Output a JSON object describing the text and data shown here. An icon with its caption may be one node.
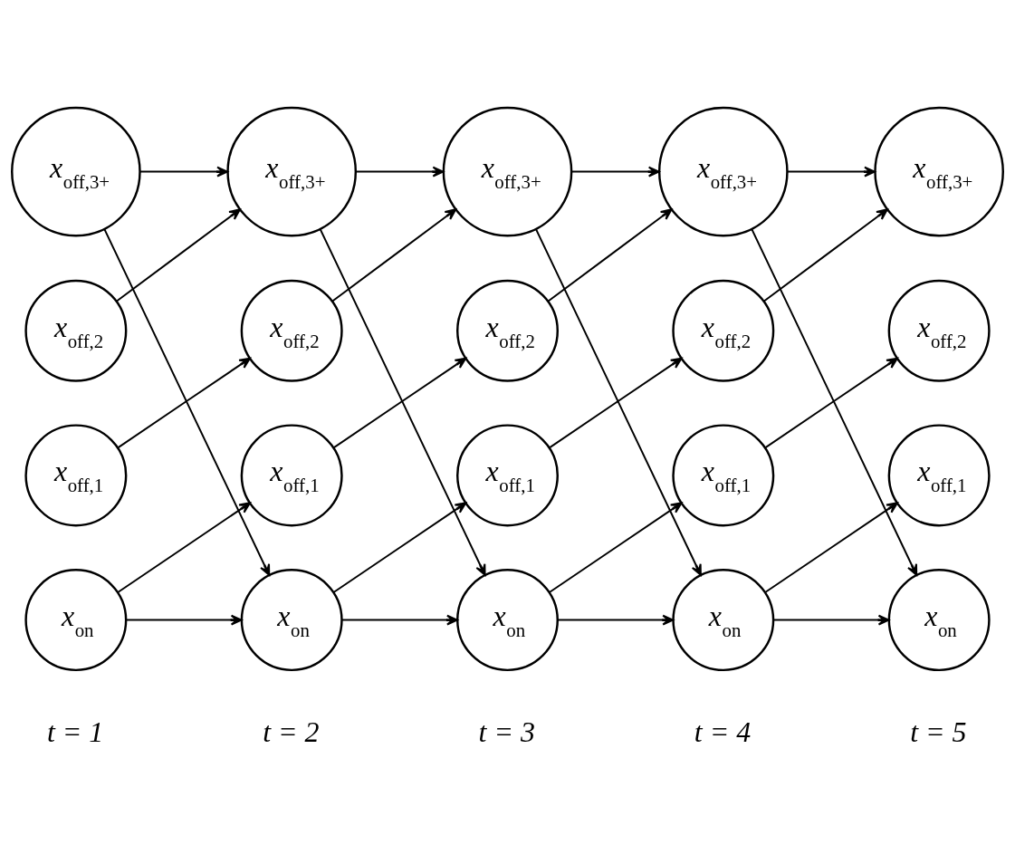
{
  "diagram": {
    "nodes": [
      {
        "text": [
          "x$_{off,3+}$"
        ]
      },
      {
        "text": [
          "x$_{off,3+}$"
        ]
      },
      {
        "text": [
          "x$_{off,3+}$"
        ]
      },
      {
        "text": [
          "x$_{off,3+}$"
        ]
      },
      {
        "text": [
          "x$_{off,3+}$"
        ]
      },
      {
        "text": [
          "x$_{off,2}$"
        ]
      },
      {
        "text": [
          "x$_{off,2}$"
        ]
      },
      {
        "text": [
          "x$_{off,2}$"
        ]
      },
      {
        "text": [
          "x$_{off,2}$"
        ]
      },
      {
        "text": [
          "x$_{off,2}$"
        ]
      },
      {
        "text": [
          "x$_{off,1}$"
        ]
      },
      {
        "text": [
          "x$_{off,1}$"
        ]
      },
      {
        "text": [
          "x$_{off,1}$"
        ]
      },
      {
        "text": [
          "x$_{off,1}$"
        ]
      },
      {
        "text": [
          "x$_{off,1}$"
        ]
      },
      {
        "text": [
          "x$_{on}$"
        ]
      },
      {
        "text": [
          "x$_{on}$"
        ]
      },
      {
        "text": [
          "x$_{on}$"
        ]
      },
      {
        "text": [
          "x$_{on}$"
        ]
      },
      {
        "text": [
          "x$_{on}$"
        ]
      }
    ],
    "edges": [
      {
        "from": 0,
        "to": 1,
        "arrow": "to"
      },
      {
        "from": 1,
        "to": 2,
        "arrow": "to"
      },
      {
        "from": 2,
        "to": 3,
        "arrow": "to"
      },
      {
        "from": 3,
        "to": 4,
        "arrow": "to"
      },
      {
        "from": 0,
        "to": 16,
        "arrow": "to"
      },
      {
        "from": 1,
        "to": 17,
        "arrow": "to"
      },
      {
        "from": 2,
        "to": 18,
        "arrow": "to"
      },
      {
        "from": 3,
        "to": 19,
        "arrow": "to"
      },
      {
        "from": 5,
        "to": 1,
        "arrow": "to"
      },
      {
        "from": 6,
        "to": 2,
        "arrow": "to"
      },
      {
        "from": 7,
        "to": 3,
        "arrow": "to"
      },
      {
        "from": 8,
        "to": 4,
        "arrow": "to"
      },
      {
        "from": 10,
        "to": 6,
        "arrow": "to"
      },
      {
        "from": 11,
        "to": 7,
        "arrow": "to"
      },
      {
        "from": 12,
        "to": 8,
        "arrow": "to"
      },
      {
        "from": 13,
        "to": 9,
        "arrow": "to"
      },
      {
        "from": 15,
        "to": 11,
        "arrow": "to"
      },
      {
        "from": 16,
        "to": 12,
        "arrow": "to"
      },
      {
        "from": 17,
        "to": 13,
        "arrow": "to"
      },
      {
        "from": 18,
        "to": 14,
        "arrow": "to"
      },
      {
        "from": 15,
        "to": 16,
        "arrow": "to"
      },
      {
        "from": 16,
        "to": 17,
        "arrow": "to"
      },
      {
        "from": 17,
        "to": 18,
        "arrow": "to"
      },
      {
        "from": 18,
        "to": 19,
        "arrow": "to"
      }
    ],
    "labels": [
      "t = 1",
      "t = 2",
      "t = 3",
      "t = 4",
      "t = 5"
    ]
  }
}
